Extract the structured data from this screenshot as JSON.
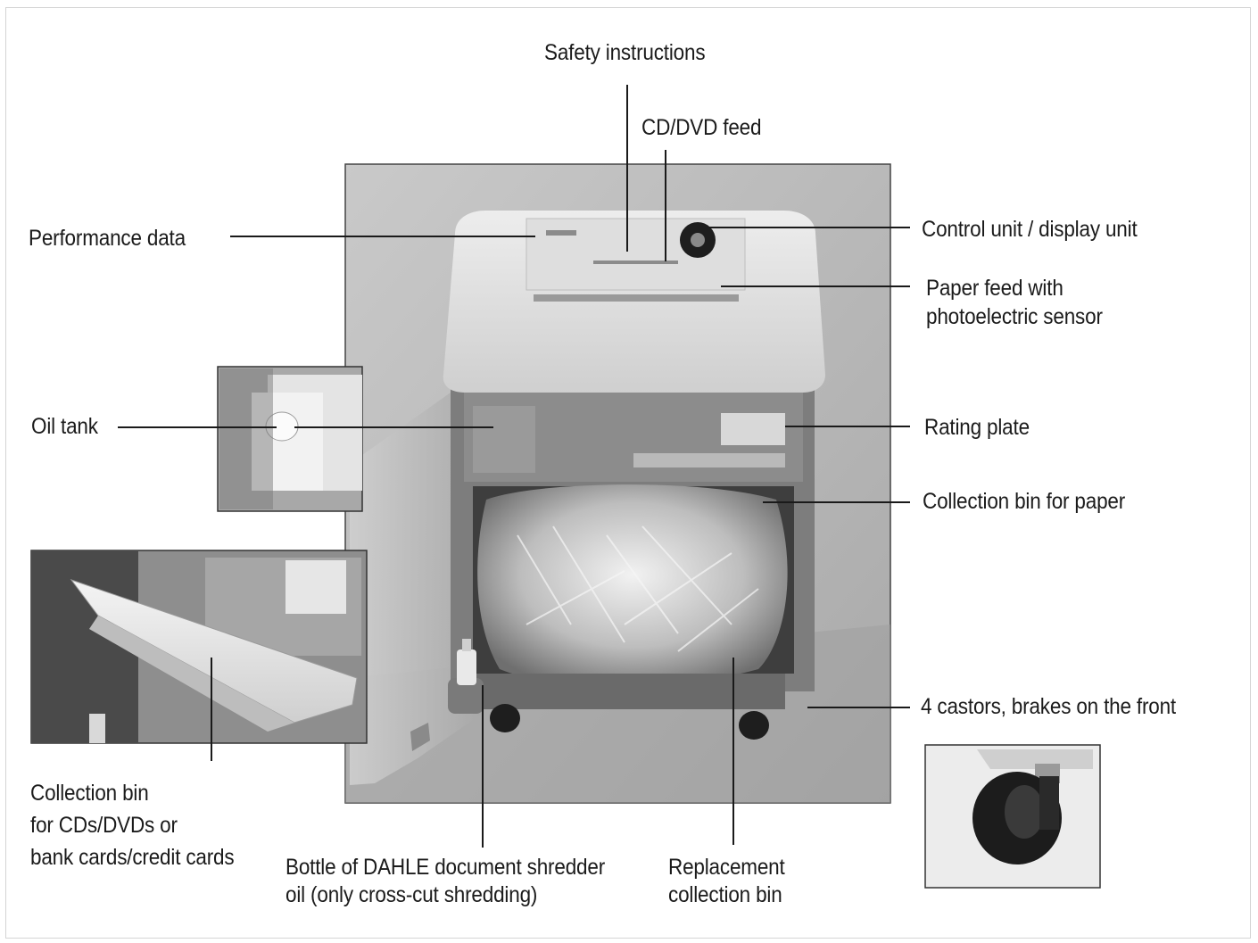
{
  "labels": {
    "safety_instructions": "Safety instructions",
    "cd_dvd_feed": "CD/DVD feed",
    "performance_data": "Performance data",
    "control_unit": "Control unit / display unit",
    "paper_feed_line1": "Paper feed with",
    "paper_feed_line2": "photoelectric sensor",
    "oil_tank": "Oil tank",
    "rating_plate": "Rating plate",
    "collection_bin_paper": "Collection bin for paper",
    "castors": "4 castors, brakes on the front",
    "collection_bin_cd_line1": "Collection bin",
    "collection_bin_cd_line2": "for CDs/DVDs or",
    "collection_bin_cd_line3": "bank cards/credit cards",
    "bottle_line1": "Bottle of DAHLE document shredder",
    "bottle_line2": "oil (only cross-cut shredding)",
    "replacement_line1": "Replacement",
    "replacement_line2": "collection bin"
  },
  "colors": {
    "background": "#ffffff",
    "photo_wall": "#bdbdbd",
    "machine_top": "#e2e2e2",
    "machine_body": "#7d7d7d",
    "leader_line": "#1a1a1a"
  }
}
